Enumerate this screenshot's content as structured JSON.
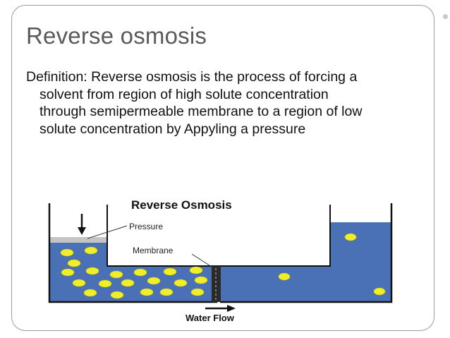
{
  "slide": {
    "title": "Reverse osmosis",
    "definition_lines": [
      "Definition: Reverse osmosis is the process of forcing a",
      "solvent from region of high solute concentration",
      "through semipermeable membrane to a region of low",
      "solute concentration by Appyling a pressure"
    ]
  },
  "diagram": {
    "heading": "Reverse Osmosis",
    "labels": {
      "pressure": "Pressure",
      "membrane": "Membrane",
      "water_flow": "Water Flow"
    },
    "colors": {
      "water": "#4a70b6",
      "solute": "#f0ee2a",
      "membrane": "#2a2a2a",
      "piston": "#c4c4c4"
    }
  }
}
